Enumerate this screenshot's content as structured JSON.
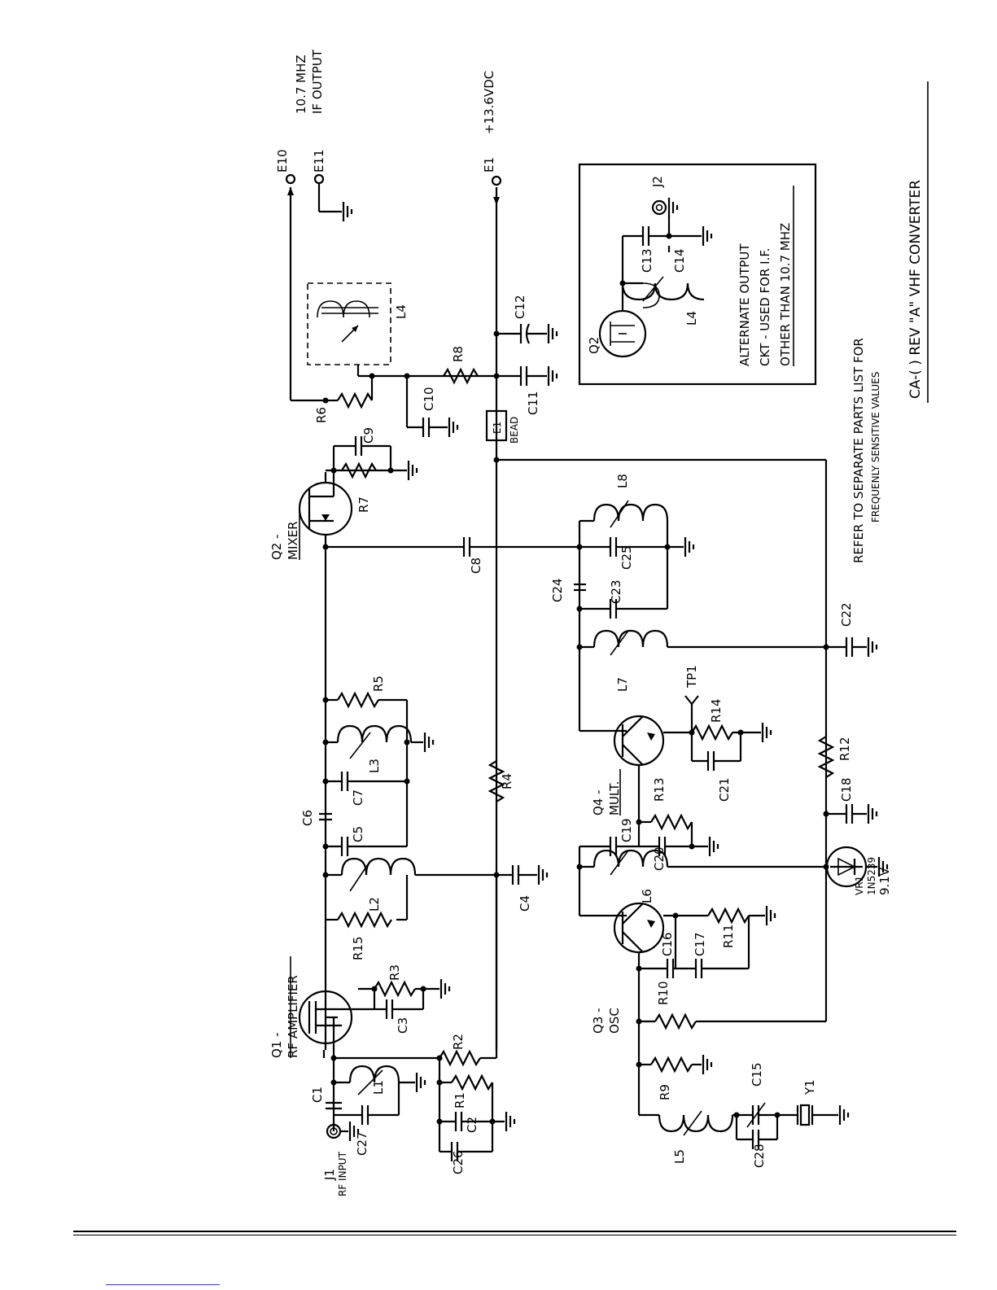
{
  "diagram": {
    "title": "CA-(   ) REV \"A\" VHF CONVERTER",
    "note_line1": "REFER TO SEPARATE PARTS LIST FOR",
    "note_line2": "FREQUENLY SENSITIVE VALUES",
    "terminals": {
      "e10": "E10",
      "e11": "E11",
      "if_line1": "10.7 MHZ",
      "if_line2": "IF OUTPUT",
      "e1": "E1",
      "supply": "+13.6VDC",
      "j1": "J1",
      "j1_desc": "RF INPUT"
    },
    "stages": {
      "q1_line1": "Q1 -",
      "q1_line2": "RF AMPLIFIER",
      "q2_line1": "Q2 -",
      "q2_line2": "MIXER",
      "q3_line1": "Q3 -",
      "q3_line2": "OSC",
      "q4_line1": "Q4 -",
      "q4_line2": "MULT."
    },
    "inset": {
      "line1": "ALTERNATE OUTPUT",
      "line2": "CKT - USED FOR I.F.",
      "line3": "OTHER THAN 10.7 MHZ",
      "q2": "Q2",
      "c13": "C13",
      "c14": "C14",
      "l4": "L4",
      "j2": "J2"
    },
    "components": {
      "c1": "C1",
      "c27": "C27",
      "l1": "L1",
      "r1": "R1",
      "c2": "C2",
      "c26": "C26",
      "r2": "R2",
      "r3": "R3",
      "c3": "C3",
      "r15": "R15",
      "l2": "L2",
      "c4": "C4",
      "c5": "C5",
      "c6": "C6",
      "c7": "C7",
      "l3": "L3",
      "r5": "R5",
      "r4": "R4",
      "c8": "C8",
      "r7": "R7",
      "c9": "C9",
      "r6": "R6",
      "c10": "C10",
      "e1b": "E1",
      "bead": "BEAD",
      "r8": "R8",
      "c11": "C11",
      "c12": "C12",
      "l4": "L4",
      "l5": "L5",
      "c28": "C28",
      "c15": "C15",
      "y1": "Y1",
      "r9": "R9",
      "r10": "R10",
      "c16": "C16",
      "c17": "C17",
      "r11": "R11",
      "l6": "L6",
      "c19": "C19",
      "c20": "C20",
      "r13": "R13",
      "c21": "C21",
      "r14": "R14",
      "tp1": "TP1",
      "l7": "L7",
      "c23": "C23",
      "c24": "C24",
      "c25": "C25",
      "l8": "L8",
      "c22": "C22",
      "r12": "R12",
      "c18": "C18",
      "vr1": "VR1",
      "vr1_part": "1N5239",
      "vr1_volt": "9.1V"
    }
  }
}
